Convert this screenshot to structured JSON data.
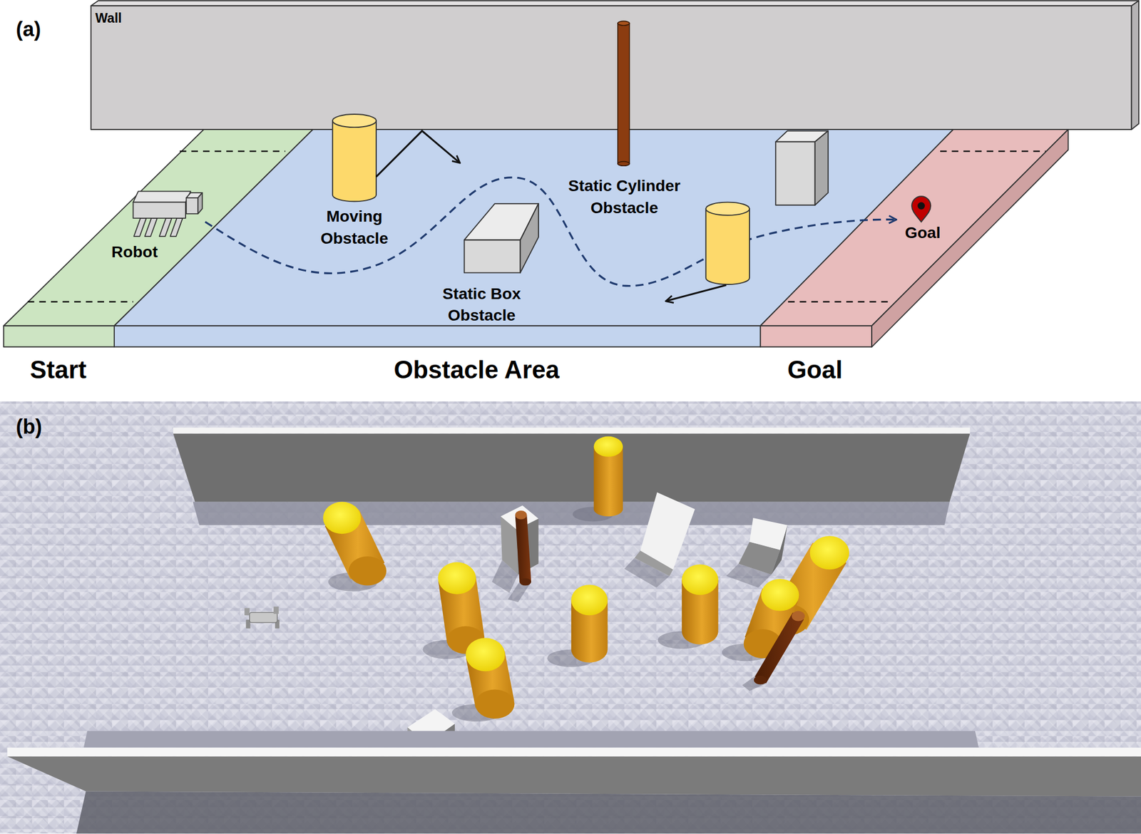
{
  "diagram": {
    "nodes": [
      {
        "text": [
          "Wall"
        ]
      },
      {
        "text": [
          "Start"
        ]
      },
      {
        "text": [
          "Obstacle Area"
        ]
      },
      {
        "text": [
          "Goal"
        ]
      }
    ],
    "labels": [
      "(a)",
      "Moving Obstacle",
      "Static Cylinder Obstacle",
      "Robot",
      "Goal",
      "Static Box Obstacle",
      "(b)"
    ]
  }
}
